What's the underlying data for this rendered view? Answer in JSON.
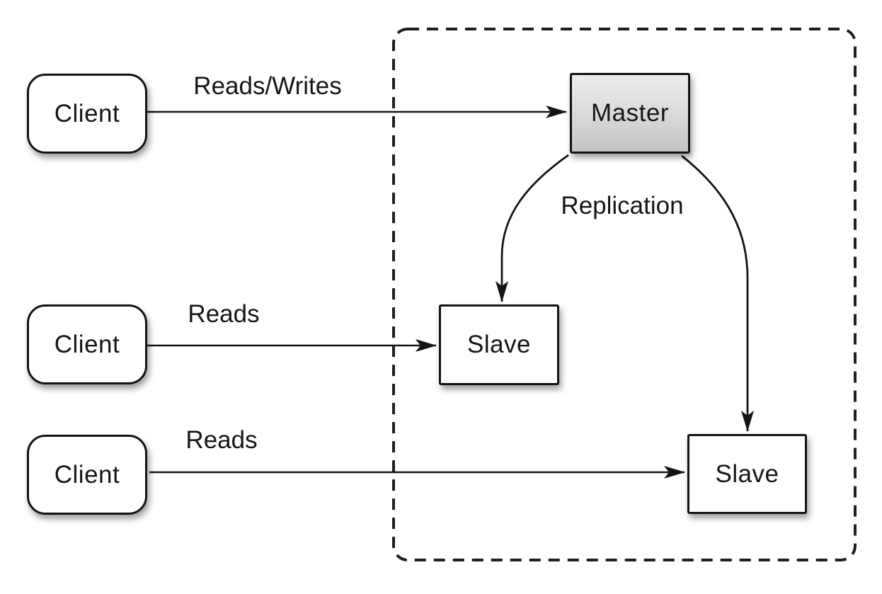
{
  "diagram": {
    "background_color": "#ffffff",
    "stroke_color": "#1a1a1a",
    "master_gradient_top": "#ebebeb",
    "master_gradient_bottom": "#c3c3c3",
    "boundary": {
      "style": "dashed-rounded-rectangle"
    },
    "nodes": {
      "client1": {
        "label": "Client"
      },
      "client2": {
        "label": "Client"
      },
      "client3": {
        "label": "Client"
      },
      "master": {
        "label": "Master"
      },
      "slave1": {
        "label": "Slave"
      },
      "slave2": {
        "label": "Slave"
      }
    },
    "edges": {
      "reads_writes": {
        "label": "Reads/Writes",
        "from": "client1",
        "to": "master"
      },
      "reads_mid": {
        "label": "Reads",
        "from": "client2",
        "to": "slave1"
      },
      "reads_bottom": {
        "label": "Reads",
        "from": "client3",
        "to": "slave2"
      },
      "replication": {
        "label": "Replication",
        "from": "master",
        "to": "slave1 and slave2"
      }
    }
  }
}
